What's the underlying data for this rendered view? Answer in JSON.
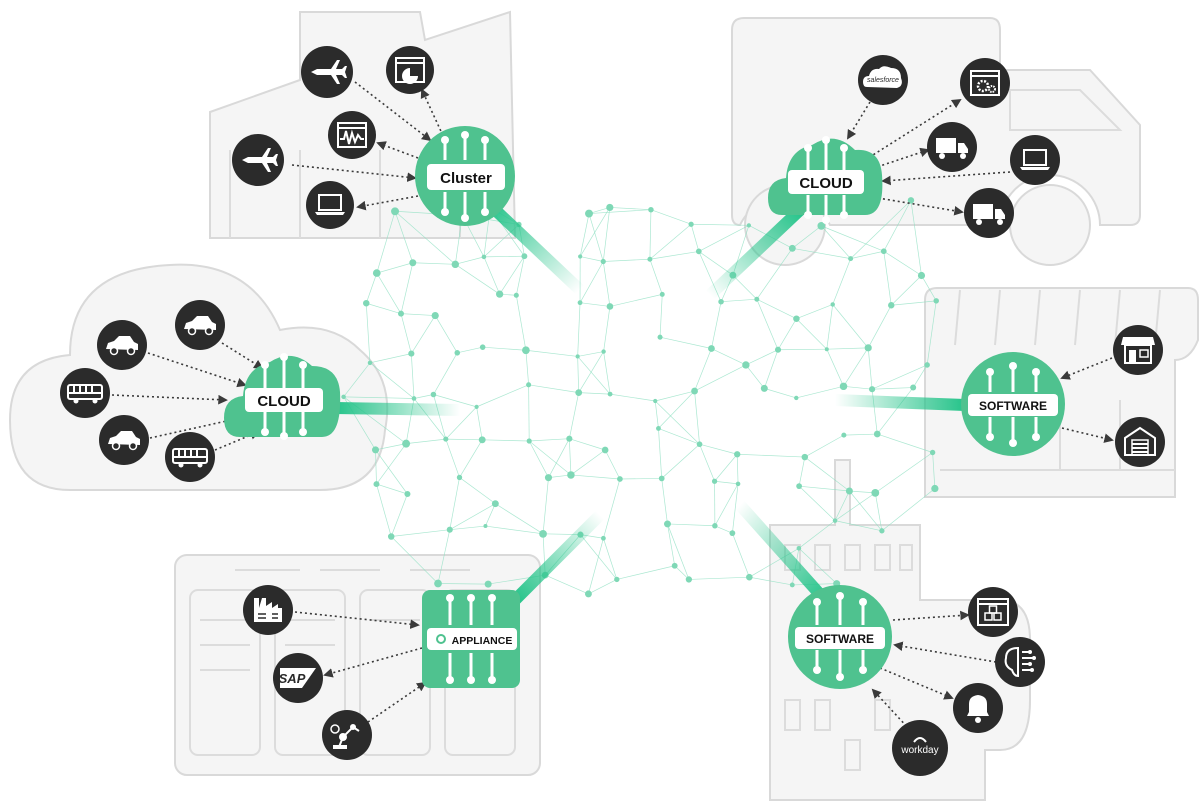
{
  "hubs": {
    "cluster": "Cluster",
    "cloud_top": "CLOUD",
    "cloud_left": "CLOUD",
    "software_right": "SOFTWARE",
    "appliance": "APPLIANCE",
    "software_bottom": "SOFTWARE"
  },
  "icons": {
    "salesforce": "salesforce",
    "sap": "SAP",
    "workday": "workday"
  },
  "colors": {
    "accent": "#4fc28f",
    "icon": "#2b2b2b",
    "background_shape": "#f5f5f5"
  },
  "icon_names": [
    "airplane-icon",
    "chart-window-icon",
    "waveform-window-icon",
    "laptop-icon",
    "salesforce-icon",
    "gears-window-icon",
    "truck-icon",
    "car-icon",
    "bus-icon",
    "storefront-icon",
    "warehouse-icon",
    "factory-icon",
    "sap-icon",
    "robot-arm-icon",
    "boxes-window-icon",
    "brain-icon",
    "bell-icon",
    "workday-icon"
  ]
}
